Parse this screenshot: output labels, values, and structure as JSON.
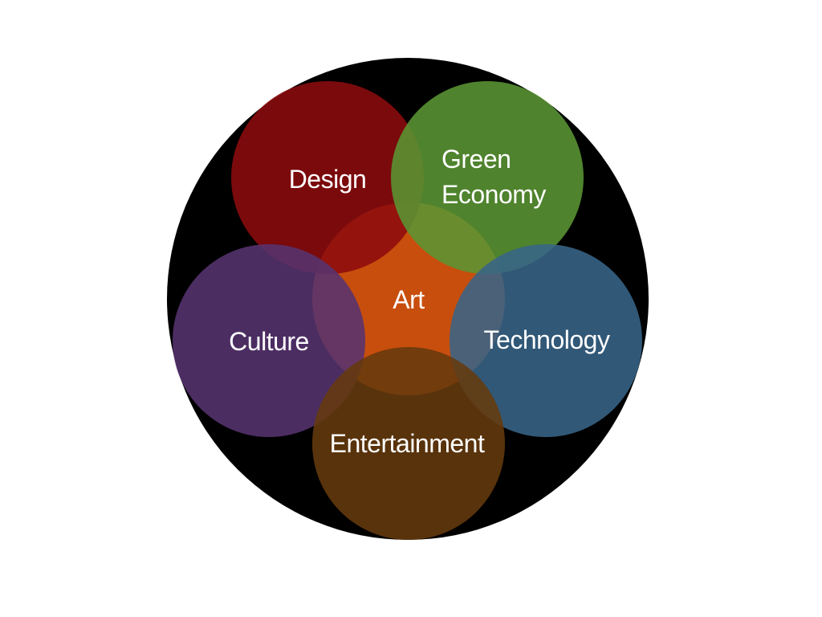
{
  "diagram": {
    "background_color": "#000000",
    "circles": [
      {
        "id": "art",
        "label_lines": [
          "Art"
        ],
        "color": "#c84e0d"
      },
      {
        "id": "design",
        "label_lines": [
          "Design"
        ],
        "color": "#8c0b0e"
      },
      {
        "id": "green-economy",
        "label_lines": [
          "Green",
          "Economy"
        ],
        "color": "#5a9533"
      },
      {
        "id": "culture",
        "label_lines": [
          "Culture"
        ],
        "color": "#57336f"
      },
      {
        "id": "technology",
        "label_lines": [
          "Technology"
        ],
        "color": "#386487"
      },
      {
        "id": "entertainment",
        "label_lines": [
          "Entertainment"
        ],
        "color": "#653a0e"
      }
    ]
  }
}
